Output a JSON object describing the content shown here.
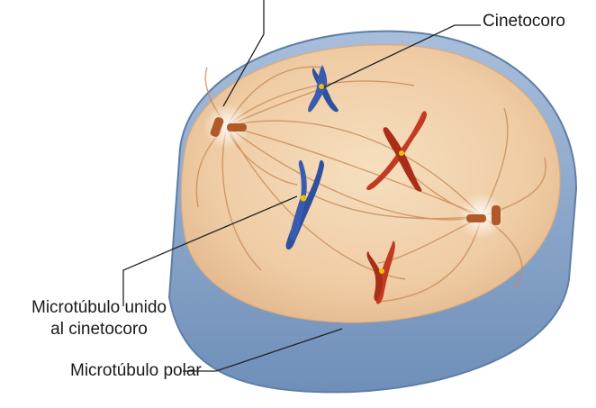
{
  "labels": {
    "kinetochore": "Cinetocoro",
    "kinetochore_microtubule_line1": "Microtúbulo unido",
    "kinetochore_microtubule_line2": "al cinetocoro",
    "polar_microtubule": "Microtúbulo polar"
  },
  "colors": {
    "cell_rim": "#7f9fc4",
    "cytoplasm": "#f0d2ad",
    "spindle_fiber": "#c98a57",
    "chromosome_blue": "#2f4f9f",
    "chromosome_red": "#c23a21",
    "centromere": "#f0c000",
    "centriole": "#b2592a"
  }
}
